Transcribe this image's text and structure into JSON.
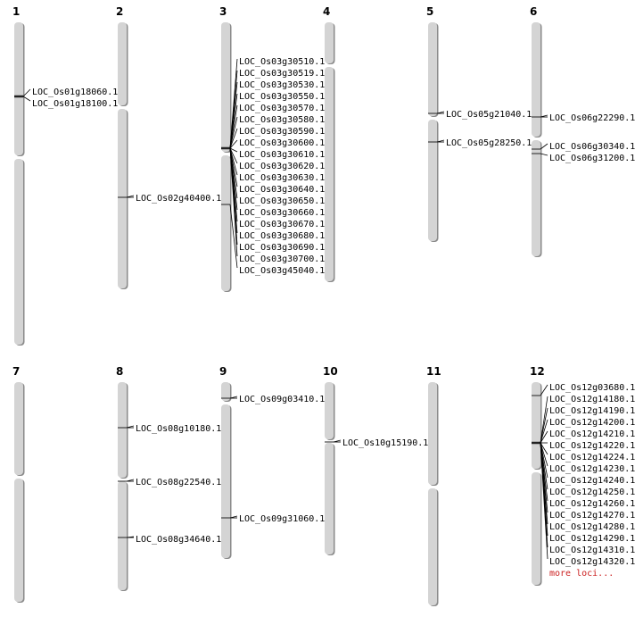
{
  "chromosomes": [
    {
      "name": "1",
      "loci": [
        "LOC_Os01g18060.1",
        "LOC_Os01g18100.1"
      ]
    },
    {
      "name": "2",
      "loci": [
        "LOC_Os02g40400.1"
      ]
    },
    {
      "name": "3",
      "loci": [
        "LOC_Os03g30510.1",
        "LOC_Os03g30519.1",
        "LOC_Os03g30530.1",
        "LOC_Os03g30550.1",
        "LOC_Os03g30570.1",
        "LOC_Os03g30580.1",
        "LOC_Os03g30590.1",
        "LOC_Os03g30600.1",
        "LOC_Os03g30610.1",
        "LOC_Os03g30620.1",
        "LOC_Os03g30630.1",
        "LOC_Os03g30640.1",
        "LOC_Os03g30650.1",
        "LOC_Os03g30660.1",
        "LOC_Os03g30670.1",
        "LOC_Os03g30680.1",
        "LOC_Os03g30690.1",
        "LOC_Os03g30700.1",
        "LOC_Os03g45040.1"
      ]
    },
    {
      "name": "4",
      "loci": []
    },
    {
      "name": "5",
      "loci": [
        "LOC_Os05g21040.1",
        "LOC_Os05g28250.1"
      ]
    },
    {
      "name": "6",
      "loci": [
        "LOC_Os06g22290.1",
        "LOC_Os06g30340.1",
        "LOC_Os06g31200.1"
      ]
    },
    {
      "name": "7",
      "loci": []
    },
    {
      "name": "8",
      "loci": [
        "LOC_Os08g10180.1",
        "LOC_Os08g22540.1",
        "LOC_Os08g34640.1"
      ]
    },
    {
      "name": "9",
      "loci": [
        "LOC_Os09g03410.1",
        "LOC_Os09g31060.1"
      ]
    },
    {
      "name": "10",
      "loci": [
        "LOC_Os10g15190.1"
      ]
    },
    {
      "name": "11",
      "loci": []
    },
    {
      "name": "12",
      "loci": [
        "LOC_Os12g03680.1",
        "LOC_Os12g14180.1",
        "LOC_Os12g14190.1",
        "LOC_Os12g14200.1",
        "LOC_Os12g14210.1",
        "LOC_Os12g14220.1",
        "LOC_Os12g14224.1",
        "LOC_Os12g14230.1",
        "LOC_Os12g14240.1",
        "LOC_Os12g14250.1",
        "LOC_Os12g14260.1",
        "LOC_Os12g14270.1",
        "LOC_Os12g14280.1",
        "LOC_Os12g14290.1",
        "LOC_Os12g14310.1",
        "LOC_Os12g14320.1"
      ],
      "more_label": "more loci..."
    }
  ],
  "colors": {
    "chromosome": "#d4d4d4",
    "shadow": "#8a8a8a",
    "more": "#cc2222"
  }
}
